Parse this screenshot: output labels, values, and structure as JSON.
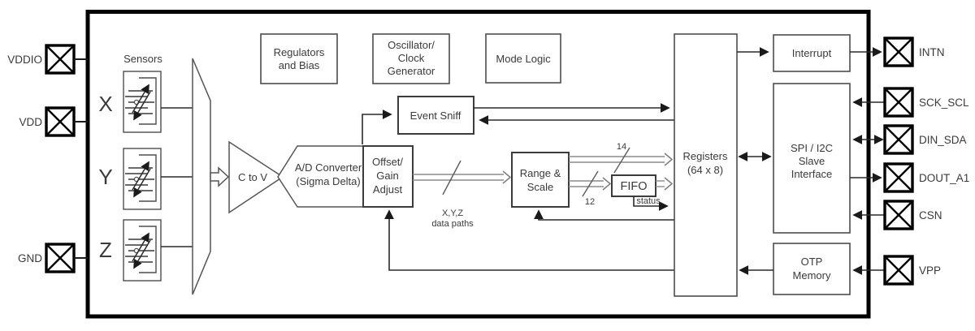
{
  "pins": {
    "left": [
      {
        "label": "VDDIO"
      },
      {
        "label": "VDD"
      },
      {
        "label": "GND"
      }
    ],
    "right": [
      {
        "label": "INTN"
      },
      {
        "label": "SCK_SCL"
      },
      {
        "label": "DIN_SDA"
      },
      {
        "label": "DOUT_A1"
      },
      {
        "label": "CSN"
      },
      {
        "label": "VPP"
      }
    ]
  },
  "sensors": {
    "title": "Sensors",
    "axis_x": "X",
    "axis_y": "Y",
    "axis_z": "Z"
  },
  "blocks": {
    "regulators": {
      "line1": "Regulators",
      "line2": "and Bias"
    },
    "oscillator": {
      "line1": "Oscillator/",
      "line2": "Clock",
      "line3": "Generator"
    },
    "mode_logic": {
      "label": "Mode Logic"
    },
    "event_sniff": {
      "label": "Event Sniff"
    },
    "c_to_v": {
      "label": "C to V"
    },
    "adc": {
      "line1": "A/D Converter",
      "line2": "(Sigma Delta)"
    },
    "offset_gain": {
      "line1": "Offset/",
      "line2": "Gain",
      "line3": "Adjust"
    },
    "range_scale": {
      "line1": "Range &",
      "line2": "Scale"
    },
    "fifo": {
      "label": "FIFO"
    },
    "registers": {
      "line1": "Registers",
      "line2": "(64 x 8)"
    },
    "interrupt": {
      "label": "Interrupt"
    },
    "spi_i2c": {
      "line1": "SPI / I2C",
      "line2": "Slave",
      "line3": "Interface"
    },
    "otp": {
      "line1": "OTP",
      "line2": "Memory"
    }
  },
  "annotations": {
    "bus_width_upper": "14",
    "bus_width_lower": "12",
    "status": "status",
    "xyz": "X,Y,Z",
    "data_paths": "data paths"
  },
  "colors": {
    "background": "#ffffff",
    "border": "#000000",
    "box_stroke": "#4d4d4d",
    "wire": "#2a2a2a",
    "bus": "#8c8c8c",
    "text": "#3a3a3a"
  }
}
